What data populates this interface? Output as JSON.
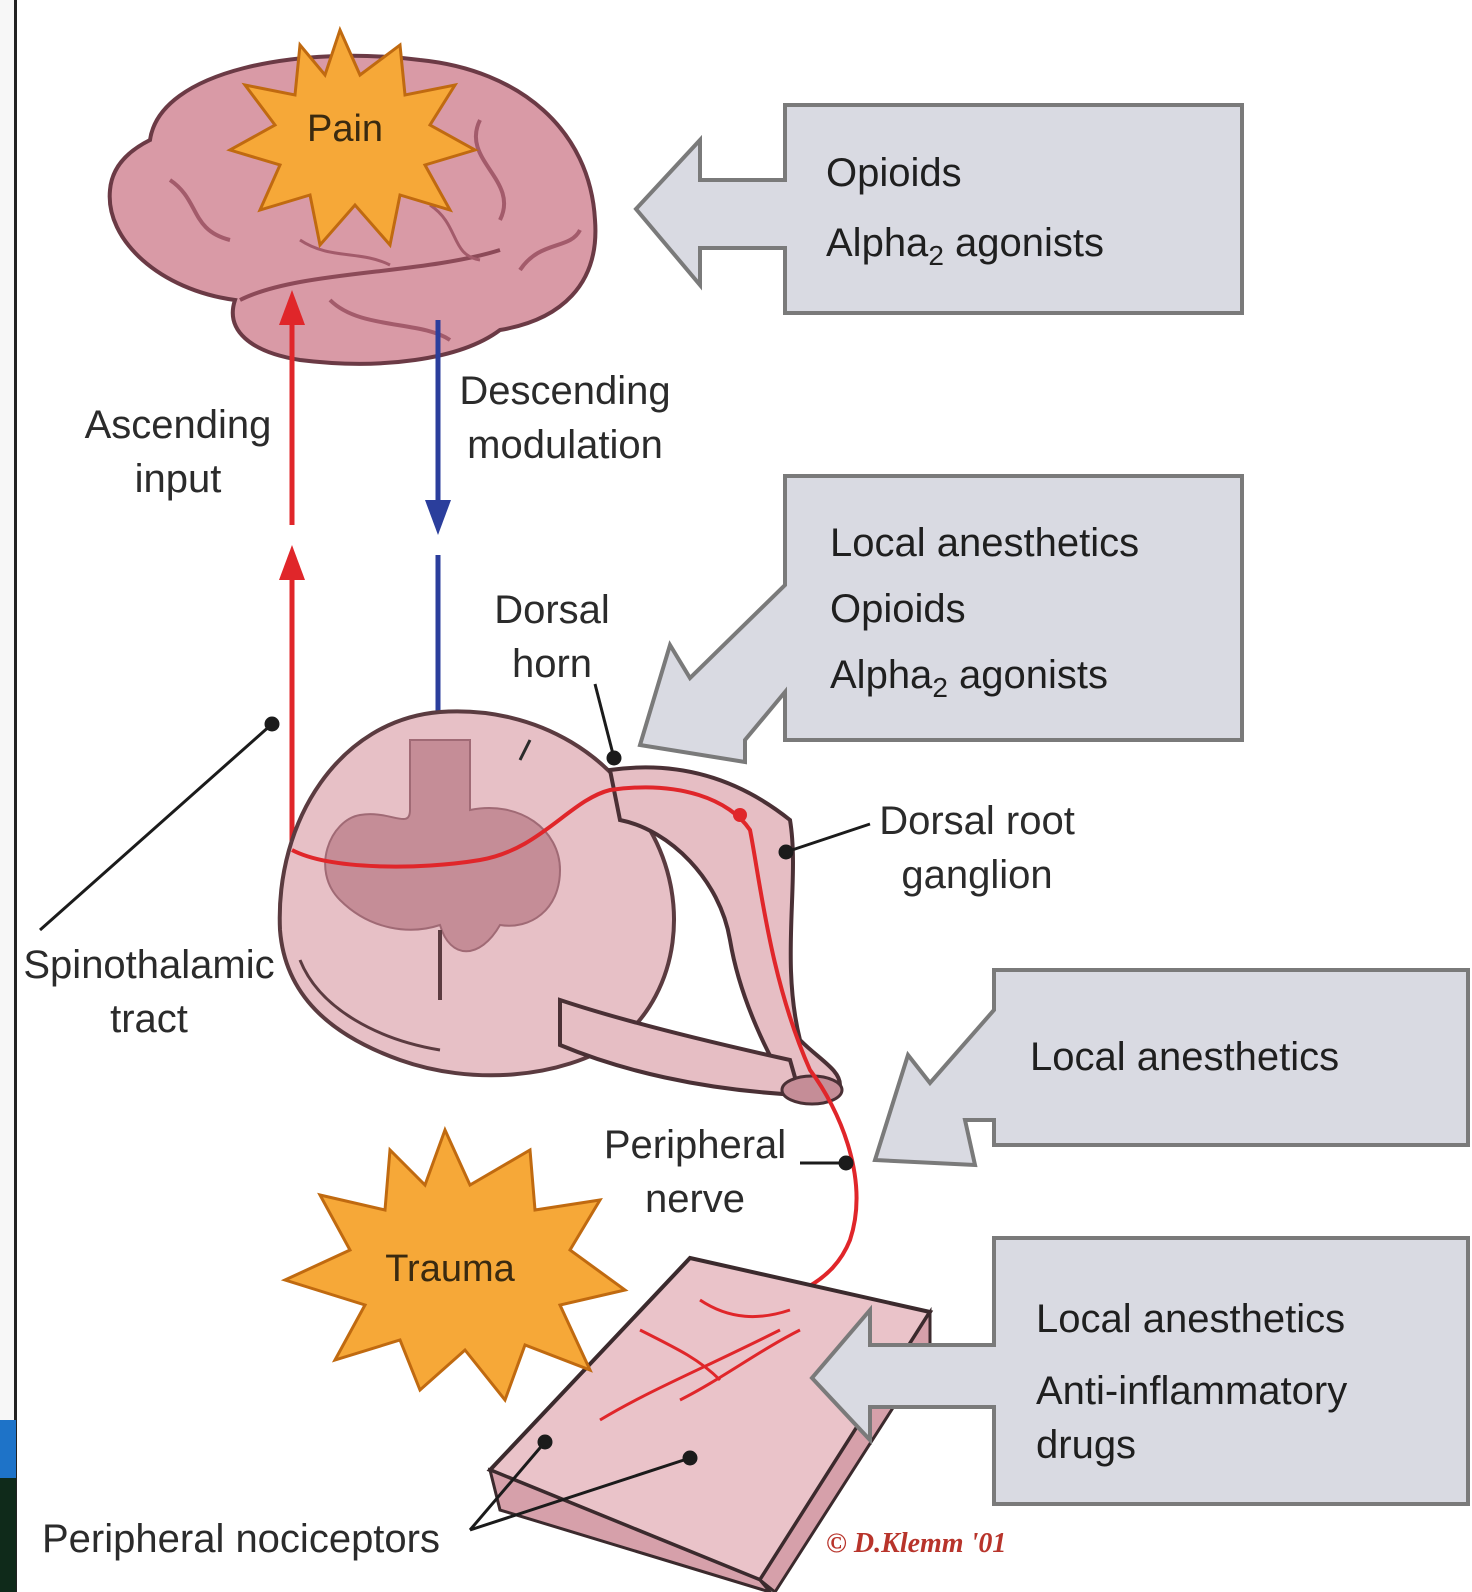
{
  "labels": {
    "pain": "Pain",
    "trauma": "Trauma",
    "ascending_line1": "Ascending",
    "ascending_line2": "input",
    "descending_line1": "Descending",
    "descending_line2": "modulation",
    "dorsal_horn_line1": "Dorsal",
    "dorsal_horn_line2": "horn",
    "drg_line1": "Dorsal root",
    "drg_line2": "ganglion",
    "spinothalamic_line1": "Spinothalamic",
    "spinothalamic_line2": "tract",
    "peripheral_nerve_line1": "Peripheral",
    "peripheral_nerve_line2": "nerve",
    "nociceptors": "Peripheral nociceptors",
    "copyright": "© D.Klemm '01"
  },
  "boxes": {
    "brain": {
      "line1": "Opioids",
      "line2_main": "Alpha",
      "line2_sub": "2",
      "line2_rest": " agonists"
    },
    "spinal": {
      "line1": "Local anesthetics",
      "line2": "Opioids",
      "line3_main": "Alpha",
      "line3_sub": "2",
      "line3_rest": " agonists"
    },
    "nerve": {
      "line1": "Local anesthetics"
    },
    "skin": {
      "line1": "Local anesthetics",
      "line2": "Anti-inflammatory",
      "line3": "drugs"
    }
  },
  "colors": {
    "box_fill": "#d9dae2",
    "box_stroke": "#7a7a7a",
    "brain_fill": "#d99aa6",
    "tissue_fill": "#e7c0c6",
    "burst_fill": "#f6a838",
    "ascending": "#e0262a",
    "descending": "#2b3e9c"
  }
}
